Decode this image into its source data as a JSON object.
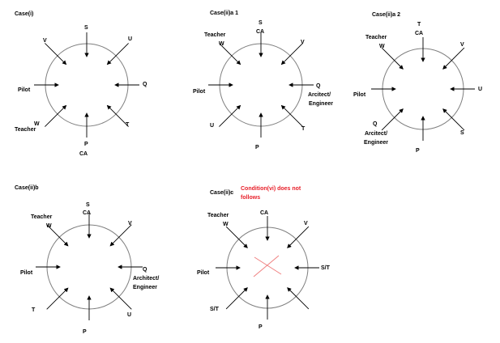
{
  "cases": [
    {
      "title": "Case(i)",
      "labels": {
        "s": "S",
        "u": "U",
        "q": "Q",
        "t": "T",
        "p": "P",
        "ca": "CA",
        "w": "W",
        "teacher": "Teacher",
        "pilot": "Pilot",
        "v": "V"
      }
    },
    {
      "title": "Case(ii)a 1",
      "labels": {
        "s": "S",
        "ca": "CA",
        "v": "V",
        "q": "Q",
        "arch": "Arcitect/",
        "eng": "Engineer",
        "t": "T",
        "p": "P",
        "u": "U",
        "pilot": "Pilot",
        "teacher": "Teacher",
        "w": "W"
      }
    },
    {
      "title": "Case(ii)a 2",
      "labels": {
        "t": "T",
        "ca": "CA",
        "v": "V",
        "u": "U",
        "s": "S",
        "p": "P",
        "q": "Q",
        "arch": "Arcitect/",
        "eng": "Engineer",
        "pilot": "Pilot",
        "teacher": "Teacher",
        "w": "W"
      }
    },
    {
      "title": "Case(ii)b",
      "labels": {
        "s": "S",
        "ca": "CA",
        "v": "V",
        "q": "Q",
        "arch": "Architect/",
        "eng": "Engineer",
        "u": "U",
        "p": "P",
        "t": "T",
        "pilot": "Pilot",
        "teacher": "Teacher",
        "w": "W"
      }
    },
    {
      "title": "Case(ii)c",
      "note1": "Condition(vi) does not",
      "note2": "follows",
      "labels": {
        "ca": "CA",
        "v": "V",
        "st1": "S/T",
        "p": "P",
        "st2": "S/T",
        "pilot": "Pilot",
        "teacher": "Teacher",
        "w": "W"
      }
    }
  ],
  "colors": {
    "circle": "#7f7f7f",
    "arrow": "#000000",
    "cross": "#f08080",
    "note": "#e8202a"
  }
}
